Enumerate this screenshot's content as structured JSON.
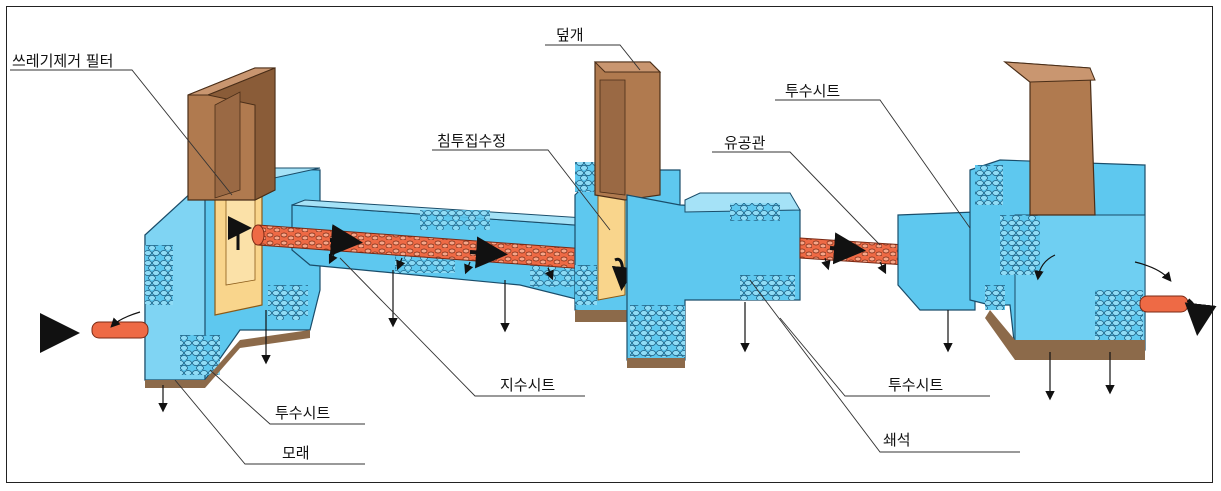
{
  "diagram": {
    "labels": {
      "trash_filter": "쓰레기제거 필터",
      "cover": "덮개",
      "infiltration_well": "침투집수정",
      "permeable_sheet_right_top": "투수시트",
      "perforated_pipe": "유공관",
      "waterproof_sheet": "지수시트",
      "permeable_sheet_left": "투수시트",
      "sand": "모래",
      "permeable_sheet_middle": "투수시트",
      "crushed_stone": "쇄석"
    },
    "colors": {
      "water_blue": "#5ec8ef",
      "water_blue_dark": "#3aa9d6",
      "cover_brown": "#b07a4f",
      "cover_brown_dark": "#7d5433",
      "pipe_orange": "#ee6a45",
      "filter_yellow": "#f9d58c",
      "sand_base": "#8c6a4a"
    }
  }
}
